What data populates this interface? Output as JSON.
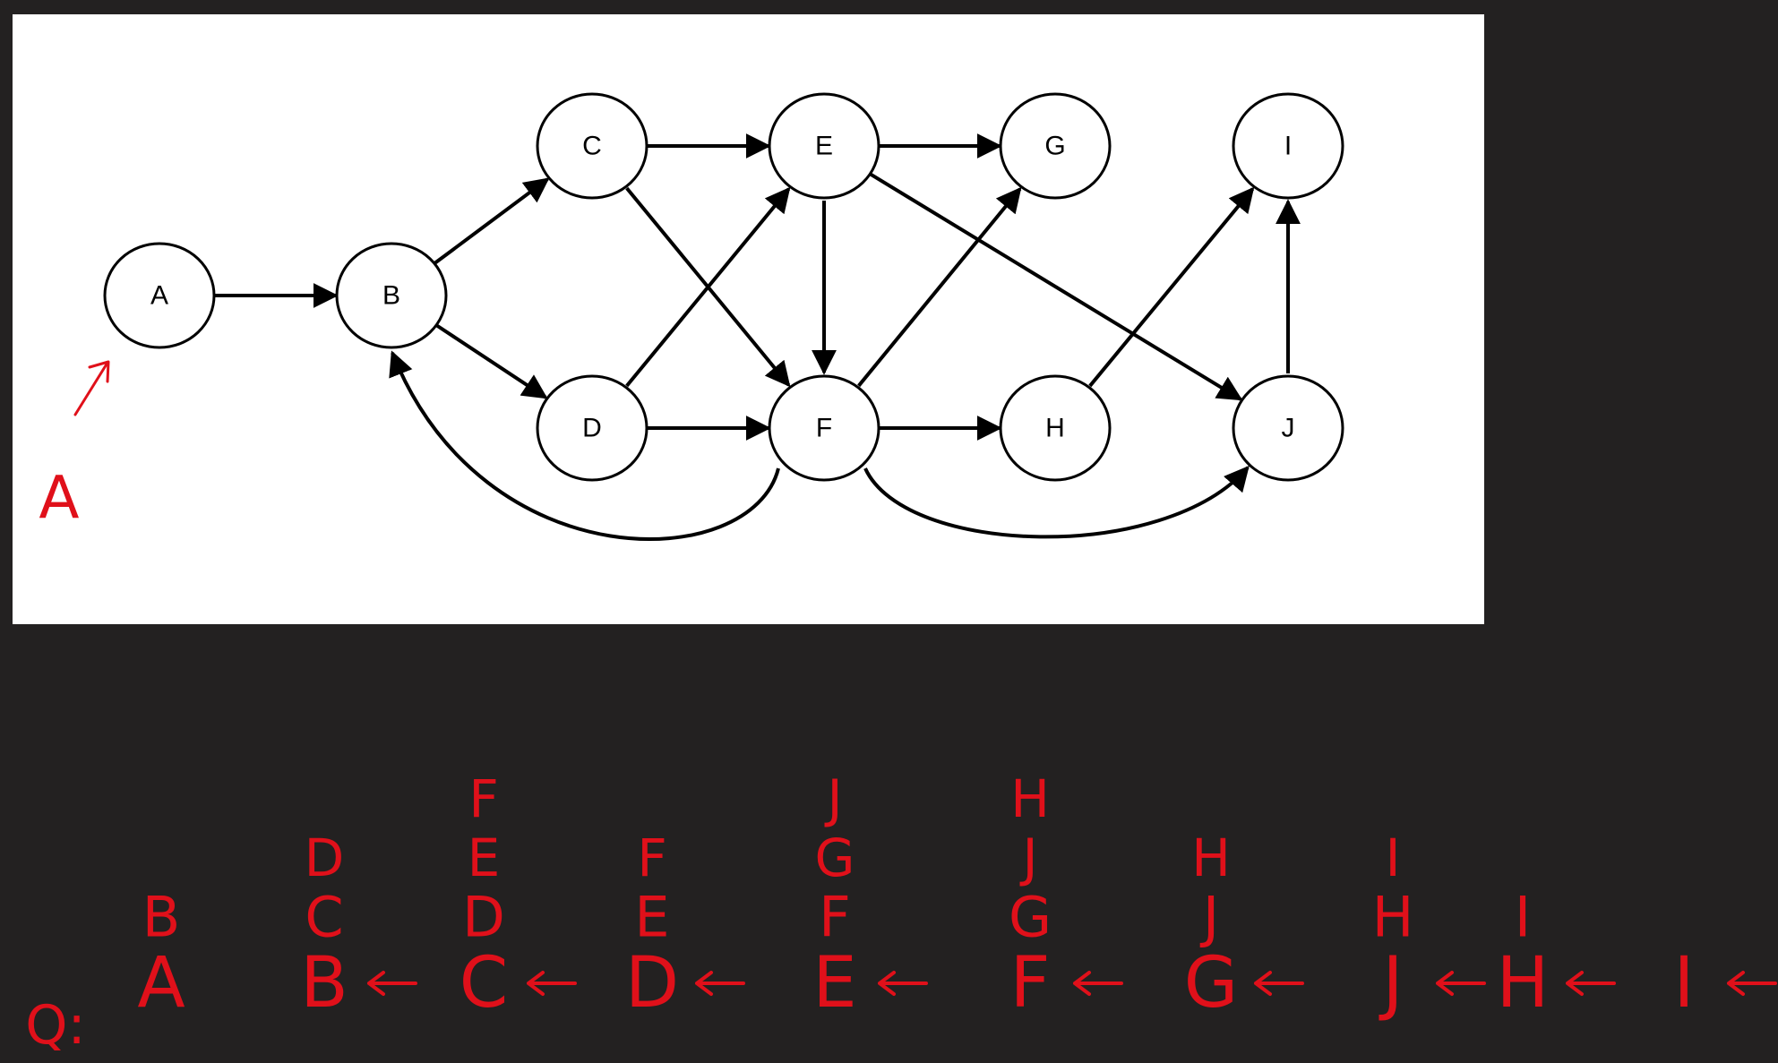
{
  "graph": {
    "nodes": [
      {
        "id": "A",
        "label": "A"
      },
      {
        "id": "B",
        "label": "B"
      },
      {
        "id": "C",
        "label": "C"
      },
      {
        "id": "D",
        "label": "D"
      },
      {
        "id": "E",
        "label": "E"
      },
      {
        "id": "F",
        "label": "F"
      },
      {
        "id": "G",
        "label": "G"
      },
      {
        "id": "H",
        "label": "H"
      },
      {
        "id": "I",
        "label": "I"
      },
      {
        "id": "J",
        "label": "J"
      }
    ],
    "edges": [
      {
        "from": "A",
        "to": "B"
      },
      {
        "from": "B",
        "to": "C"
      },
      {
        "from": "B",
        "to": "D"
      },
      {
        "from": "C",
        "to": "E"
      },
      {
        "from": "C",
        "to": "F"
      },
      {
        "from": "D",
        "to": "E"
      },
      {
        "from": "D",
        "to": "F"
      },
      {
        "from": "E",
        "to": "G"
      },
      {
        "from": "E",
        "to": "F"
      },
      {
        "from": "E",
        "to": "J"
      },
      {
        "from": "F",
        "to": "G"
      },
      {
        "from": "F",
        "to": "H"
      },
      {
        "from": "F",
        "to": "B"
      },
      {
        "from": "F",
        "to": "J"
      },
      {
        "from": "H",
        "to": "I"
      },
      {
        "from": "J",
        "to": "I"
      }
    ]
  },
  "annotations": {
    "colors": {
      "ink": "#e0101a",
      "background": "#232121",
      "panel": "#ffffff"
    },
    "start_label": "A",
    "queue_prefix": "Q:",
    "queue_steps": [
      {
        "label": "A",
        "above": [
          "B"
        ]
      },
      {
        "label": "B",
        "above": [
          "C",
          "D"
        ]
      },
      {
        "label": "C",
        "above": [
          "D",
          "E",
          "F"
        ]
      },
      {
        "label": "D",
        "above": [
          "E",
          "F"
        ]
      },
      {
        "label": "E",
        "above": [
          "F",
          "G",
          "J"
        ]
      },
      {
        "label": "F",
        "above": [
          "G",
          "J",
          "H"
        ]
      },
      {
        "label": "G",
        "above": [
          "J",
          "H"
        ]
      },
      {
        "label": "J",
        "above": [
          "H",
          "I"
        ]
      },
      {
        "label": "H",
        "above": [
          "I"
        ]
      },
      {
        "label": "I",
        "above": []
      }
    ]
  }
}
